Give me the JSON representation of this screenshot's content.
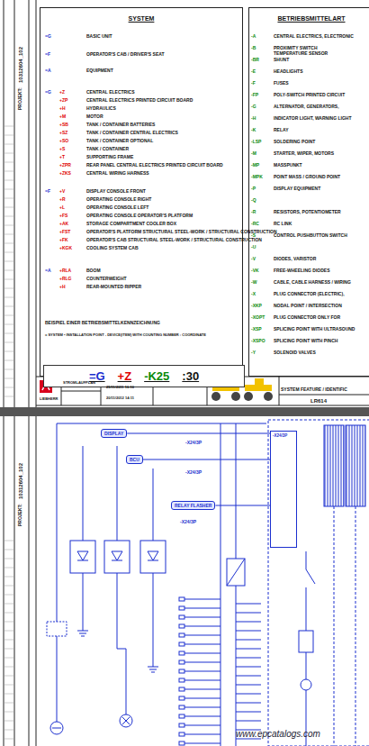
{
  "diagram": {
    "nodes": [
      {
        "text": [
          "SYSTEM"
        ]
      },
      {
        "text": [
          "BETRIEBSMITTELART"
        ]
      },
      {
        "text": [
          "=G",
          "+Z",
          "-K25",
          ":30"
        ],
        "in": 0
      },
      {
        "text": [
          "DISPLAY"
        ]
      },
      {
        "text": [
          "BCU"
        ]
      },
      {
        "text": [
          "RELAY FLASHER"
        ]
      },
      {
        "text": [
          "-X24/3P"
        ]
      }
    ],
    "edges": [
      {
        "from": 3,
        "to": 6,
        "arrow": "none"
      },
      {
        "from": 4,
        "to": 6,
        "arrow": "none"
      },
      {
        "from": 5,
        "to": 6,
        "arrow": "none"
      }
    ],
    "labels": [
      "=G",
      "BASIC UNIT",
      "=F",
      "OPERATOR'S CAB / DRIVER'S SEAT",
      "=A",
      "EQUIPMENT",
      "=G",
      "+Z",
      "CENTRAL ELECTRICS",
      "+ZP",
      "CENTRAL ELECTRICS PRINTED CIRCUIT BOARD",
      "+H",
      "HYDRAULICS",
      "+M",
      "MOTOR",
      "+SB",
      "TANK / CONTAINER BATTERIES",
      "+SZ",
      "TANK / CONTAINER CENTRAL ELECTRICS",
      "+SO",
      "TANK / CONTAINER OPTIONAL",
      "+S",
      "TANK / CONTAINER",
      "+T",
      "SUPPORTING FRAME",
      "+ZPR",
      "REAR PANEL CENTRAL ELECTRICS PRINTED CIRCUIT BOARD",
      "+ZKS",
      "CENTRAL WIRING HARNESS",
      "=F",
      "+V",
      "DISPLAY CONSOLE FRONT",
      "+R",
      "OPERATING CONSOLE RIGHT",
      "+L",
      "OPERATING CONSOLE LEFT",
      "+FS",
      "OPERATING CONSOLE OPERATOR'S PLATFORM",
      "+AK",
      "STORAGE COMPARTMENT COOLER BOX",
      "+FST",
      "OPERATOR'S PLATFORM STRUCTURAL STEEL-WORK / STRUCTURAL CONSTRUCTION",
      "+FK",
      "OPERATOR'S CAB STRUCTURAL STEEL-WORK / STRUCTURAL CONSTRUCTION",
      "+KGK",
      "COOLING SYSTEM CAB",
      "=A",
      "+RLA",
      "BOOM",
      "+RLG",
      "COUNTERWEIGHT",
      "+H",
      "REAR-MOUNTED RIPPER",
      "-A",
      "CENTRAL ELECTRICS, ELECTRONIC",
      "-B",
      "PROXIMITY SWITCH",
      "TEMPERATURE SENSOR",
      "-BR",
      "SHUNT",
      "-E",
      "HEADLIGHTS",
      "-F",
      "FUSES",
      "-FP",
      "POLY-SWITCH PRINTED CIRCUIT",
      "-G",
      "ALTERNATOR, GENERATORS,",
      "-H",
      "INDICATOR LIGHT, WARNING LIGHT",
      "-K",
      "RELAY",
      "-LSP",
      "SOLDERING POINT",
      "-M",
      "STARTER, WIPER, MOTORS",
      "-MP",
      "MASSPUNKT",
      "-MPK",
      "POINT MASS / GROUND POINT",
      "-P",
      "DISPLAY EQUIPMENT",
      "-Q",
      "-R",
      "RESISTORS, POTENTIOMETER",
      "-RC",
      "RC LINK",
      "-S",
      "CONTROL PUSHBUTTON SWITCH",
      "-U",
      "-V",
      "DIODES, VARISTOR",
      "-VK",
      "FREE-WHEELING DIODES",
      "-W",
      "CABLE, CABLE HARNESS / WIRING",
      "-X",
      "PLUG CONNECTOR (ELECTRIC),",
      "-XKP",
      "NODAL POINT / INTERSECTION",
      "-XOPT",
      "PLUG CONNECTOR ONLY FOR",
      "-XSP",
      "SPLICING POINT WITH ULTRASOUND",
      "-XSPO",
      "SPLICING POINT WITH PINCH",
      "-Y",
      "SOLENOID VALVES",
      "BEISPIEL EINER BETRIEBSMITTELKENNZEICHNUNG",
      "= SYSTEM • INSTALLATION POINT - DEVICE(ITEM) WITH COUNTING NUMBER : COORDINATE",
      "10312604_102",
      "PROJEKT:",
      "LIEBHERR",
      "STROMLAUFPLAN",
      "25/11/2011 16:10",
      "20/11/2012 14:11",
      "SYSTEM FEATURE / IDENTIFIC",
      "LR614",
      "10312604_102",
      "PROJEKT:",
      "-X24/3P",
      "-X24/3P",
      "-X24/3P",
      "www.epcatalogs.com"
    ]
  }
}
